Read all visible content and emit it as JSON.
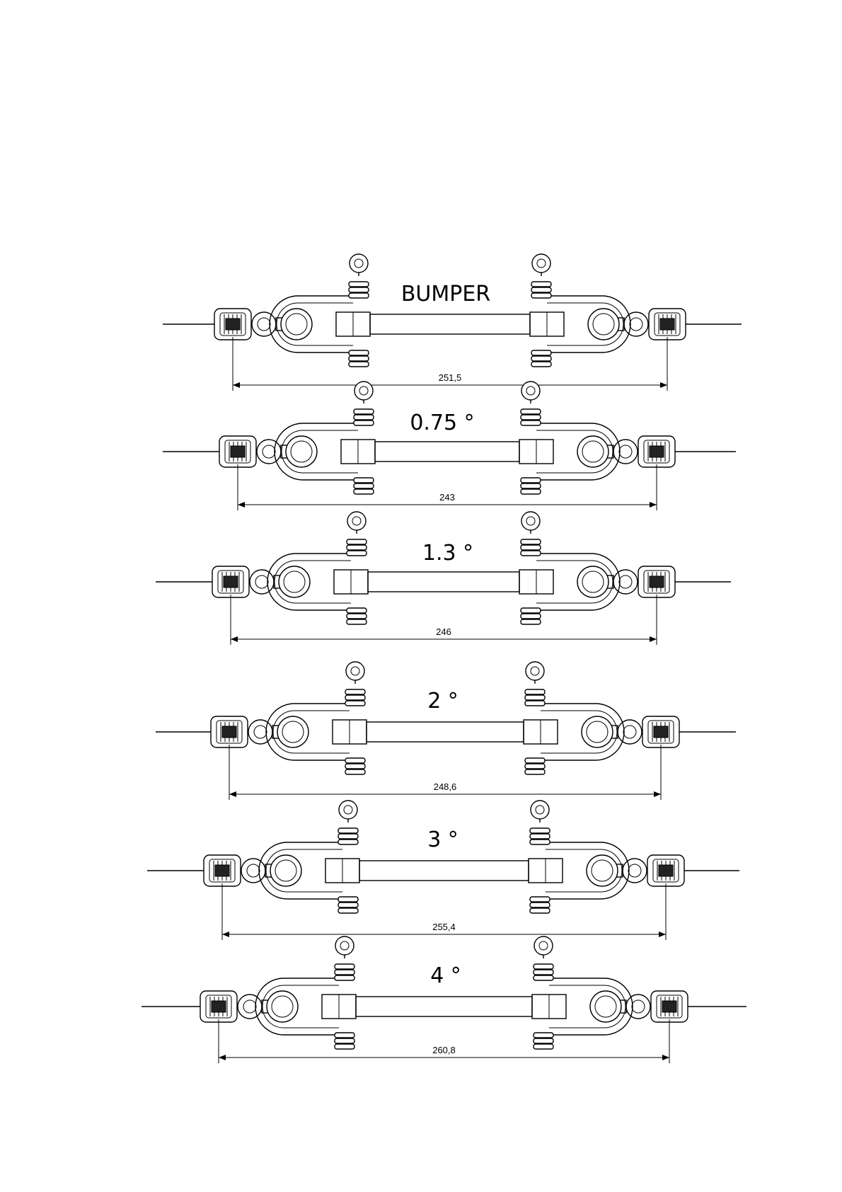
{
  "drawing": {
    "assemblies": [
      {
        "label": "BUMPER",
        "dimension": "251,5"
      },
      {
        "label": "0.75 °",
        "dimension": "243"
      },
      {
        "label": "1.3 °",
        "dimension": "246"
      },
      {
        "label": "2 °",
        "dimension": "248,6"
      },
      {
        "label": "3 °",
        "dimension": "255,4"
      },
      {
        "label": "4 °",
        "dimension": "260,8"
      }
    ]
  }
}
